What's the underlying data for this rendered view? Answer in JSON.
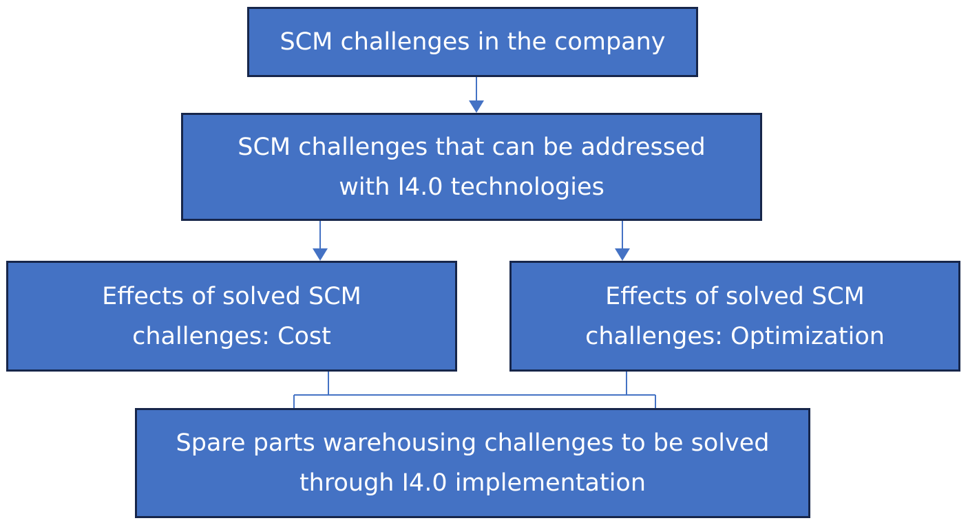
{
  "diagram": {
    "nodes": {
      "top": {
        "label": "SCM challenges in the company"
      },
      "middle": {
        "label": "SCM challenges that can be addressed with I4.0 technologies"
      },
      "left": {
        "label": "Effects of solved SCM challenges: Cost"
      },
      "right": {
        "label": "Effects of solved SCM challenges: Optimization"
      },
      "bottom": {
        "label": "Spare parts warehousing challenges to be solved through I4.0 implementation"
      }
    },
    "edges": [
      {
        "from": "top",
        "to": "middle",
        "arrow": true
      },
      {
        "from": "middle",
        "to": "left",
        "arrow": true
      },
      {
        "from": "middle",
        "to": "right",
        "arrow": true
      },
      {
        "from": "left",
        "to": "bottom",
        "arrow": false
      },
      {
        "from": "right",
        "to": "bottom",
        "arrow": false
      }
    ],
    "colors": {
      "box_fill": "#4472c4",
      "box_border": "#17264a",
      "text": "#ffffff",
      "connector": "#4472c4"
    }
  }
}
